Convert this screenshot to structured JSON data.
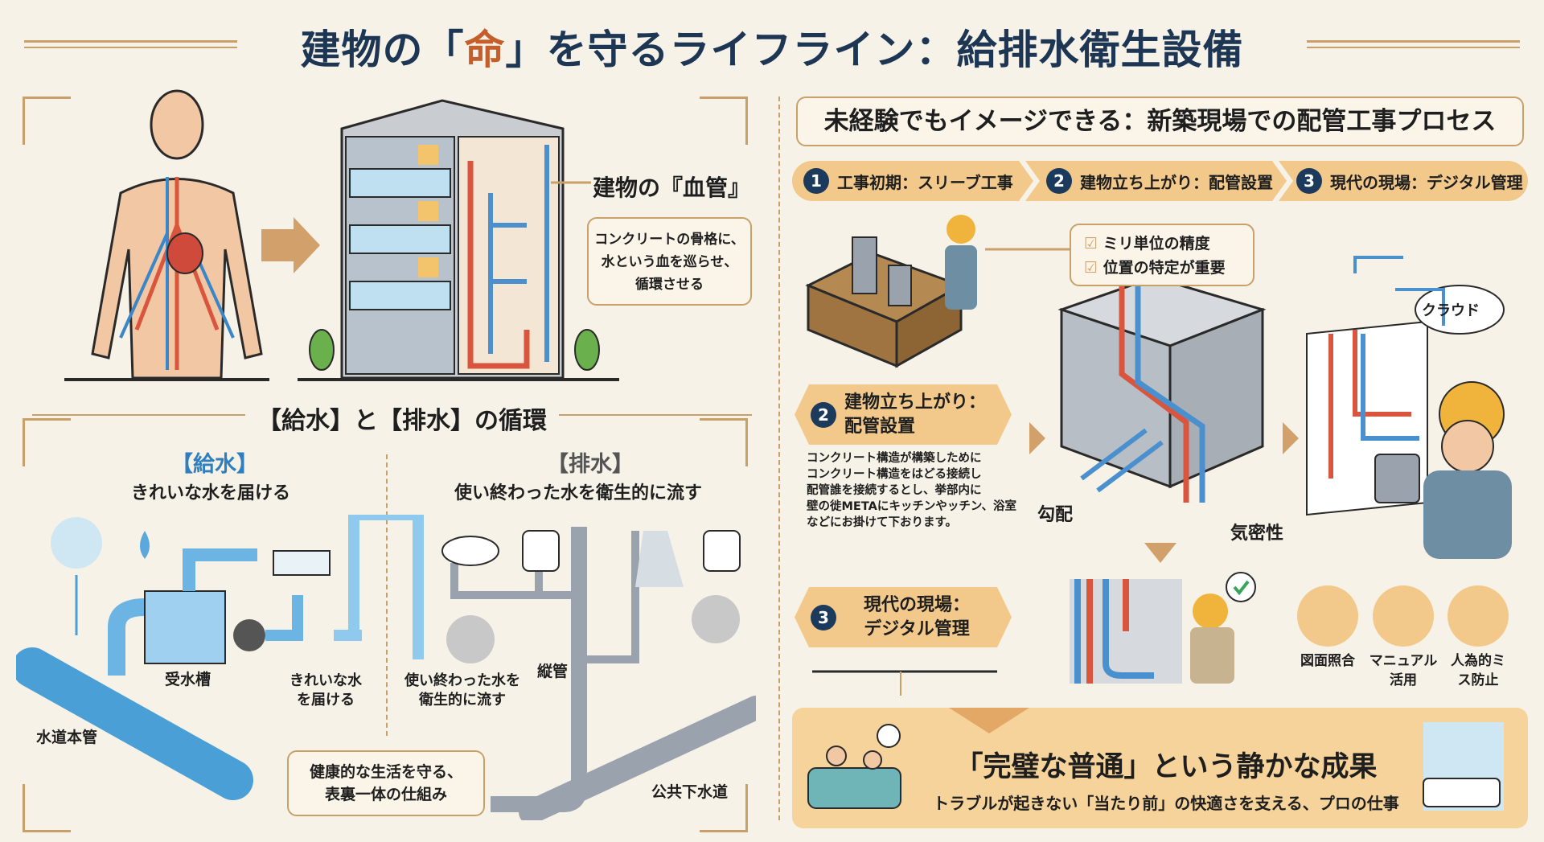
{
  "title": {
    "before": "建物の「",
    "accent": "命",
    "after": "」を守るライフライン：給排水衛生設備"
  },
  "top_left": {
    "building_label": "建物の『血管』",
    "callout": [
      "コンクリートの骨格に、",
      "水という血を巡らせ、",
      "循環させる"
    ]
  },
  "cycle": {
    "heading": "【給水】と【排水】の循環",
    "supply": {
      "title": "【給水】",
      "subtitle": "きれいな水を届ける",
      "tank": "受水槽",
      "main_pipe": "水道本管",
      "flow_label": [
        "きれいな水",
        "を届ける"
      ]
    },
    "drain": {
      "title": "【排水】",
      "subtitle": "使い終わった水を衛生的に流す",
      "flow_label": [
        "使い終わった水を",
        "衛生的に流す"
      ],
      "stack": "縦管",
      "sewer": "公共下水道"
    },
    "summary": [
      "健康的な生活を守る、",
      "表裏一体の仕組み"
    ]
  },
  "process": {
    "heading": "未経験でもイメージできる：新築現場での配管工事プロセス",
    "steps": [
      {
        "num": "1",
        "label": "工事初期：スリーブ工事"
      },
      {
        "num": "2",
        "label": "建物立ち上がり：配管設置"
      },
      {
        "num": "3",
        "label": "現代の現場：デジタル管理"
      }
    ],
    "checks": [
      "ミリ単位の精度",
      "位置の特定が重要"
    ],
    "step2": {
      "num": "2",
      "title": [
        "建物立ち上がり：",
        "配管設置"
      ],
      "body": [
        "コンクリート構造が構築しために",
        "コンクリート構造をはどる接続し",
        "配管誰を接続するとし、挙部内に",
        "壁の徙METAにキッチンやッチン、浴室",
        "などにお掛けて下おります。"
      ]
    },
    "step2_body": [
      "コンクリート構造が構築しために",
      "コンクリート構造をはどる接続し",
      "配管誰を接続するとし、挙部内に",
      "壁の徙METAにキッチンやッチン、浴室",
      "などにお掛けて下おります。"
    ],
    "labels": {
      "slope": "勾配",
      "airtight": "気密性",
      "cloud": "クラウド"
    },
    "step3": {
      "num": "3",
      "title": [
        "現代の現場：",
        "デジタル管理"
      ]
    },
    "icons": [
      {
        "label": [
          "図面照合"
        ],
        "icon": "blueprint-icon"
      },
      {
        "label": [
          "マニュアル",
          "活用"
        ],
        "icon": "manual-book-icon"
      },
      {
        "label": [
          "人為的ミ",
          "ス防止"
        ],
        "icon": "worker-icon"
      }
    ]
  },
  "result": {
    "title": "「完璧な普通」という静かな成果",
    "subtitle": "トラブルが起きない「当たり前」の快適さを支える、プロの仕事"
  },
  "colors": {
    "navy": "#1c3654",
    "accent": "#c65e2c",
    "gold": "#c9a06a",
    "banner": "#f2c98b",
    "supply_blue": "#2f7fc0",
    "pipe_red": "#d9553d"
  }
}
